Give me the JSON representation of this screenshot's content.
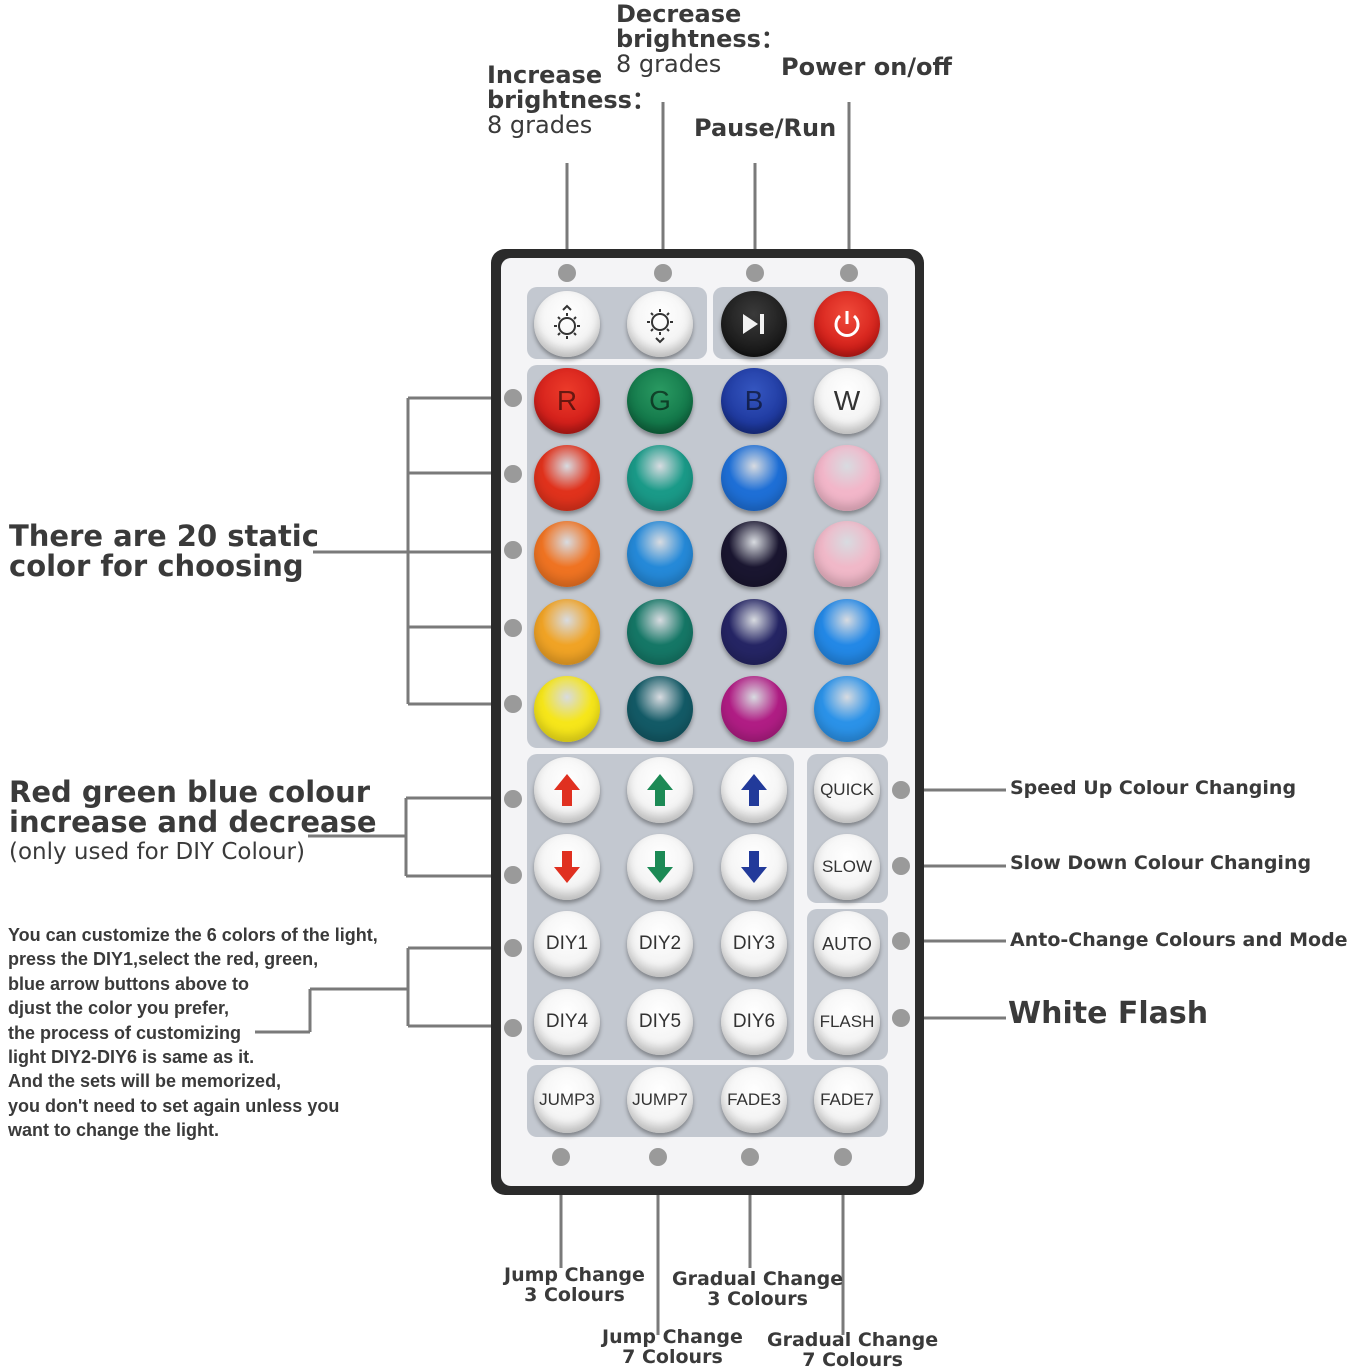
{
  "labels": {
    "increase_title": "Increase",
    "increase_title2": "brightness：",
    "increase_sub": "8   grades",
    "decrease_title": "Decrease",
    "decrease_title2": "brightness：",
    "decrease_sub": "8   grades",
    "pause": "Pause/Run",
    "power": "Power on/off",
    "static1": "There are 20 static",
    "static2": "color for choosing",
    "rgb1": "Red green blue colour",
    "rgb2": "increase and decrease",
    "rgb3": "(only   used   for   DIY   Colour)",
    "diy_lines": [
      "You can customize the 6 colors of the light,",
      "press the DIY1,select the red, green,",
      "blue arrow buttons above to",
      "djust the color you prefer,",
      "the process of customizing",
      "light DIY2-DIY6  is same as it.",
      "And the sets will be memorized,",
      "you don't need to set again unless you",
      "want to change the light."
    ],
    "quick": "Speed Up Colour Changing",
    "slow": "Slow Down Colour Changing",
    "auto": "Anto-Change Colours and Modes",
    "flash": "White Flash",
    "jump3a": "Jump Change",
    "jump3b": "3 Colours",
    "jump7a": "Jump Change",
    "jump7b": "7 Colours",
    "fade3a": "Gradual Change",
    "fade3b": "3 Colours",
    "fade7a": "Gradual Change",
    "fade7b": "7 Colours"
  },
  "buttons": {
    "r": "R",
    "g": "G",
    "b": "B",
    "w": "W",
    "quick": "QUICK",
    "slow": "SLOW",
    "diy1": "DIY1",
    "diy2": "DIY2",
    "diy3": "DIY3",
    "diy4": "DIY4",
    "diy5": "DIY5",
    "diy6": "DIY6",
    "auto": "AUTO",
    "flash": "FLASH",
    "jump3": "JUMP3",
    "jump7": "JUMP7",
    "fade3": "FADE3",
    "fade7": "FADE7"
  },
  "colors": {
    "row1": [
      "#d8201b",
      "#13784a",
      "#1f3aa0",
      "#f5f5f5"
    ],
    "row2": [
      "#e0321c",
      "#1a9a88",
      "#1e6fd6",
      "#f2b6c9"
    ],
    "row3": [
      "#ef7322",
      "#2589d8",
      "#1a1630",
      "#f0b8c8"
    ],
    "row4": [
      "#f0a325",
      "#157766",
      "#252564",
      "#2388e6"
    ],
    "row5": [
      "#f6e61a",
      "#135a66",
      "#b01d84",
      "#2b92e8"
    ],
    "arrow_red": "#e03020",
    "arrow_green": "#1c8a55",
    "arrow_blue": "#223a9a"
  }
}
